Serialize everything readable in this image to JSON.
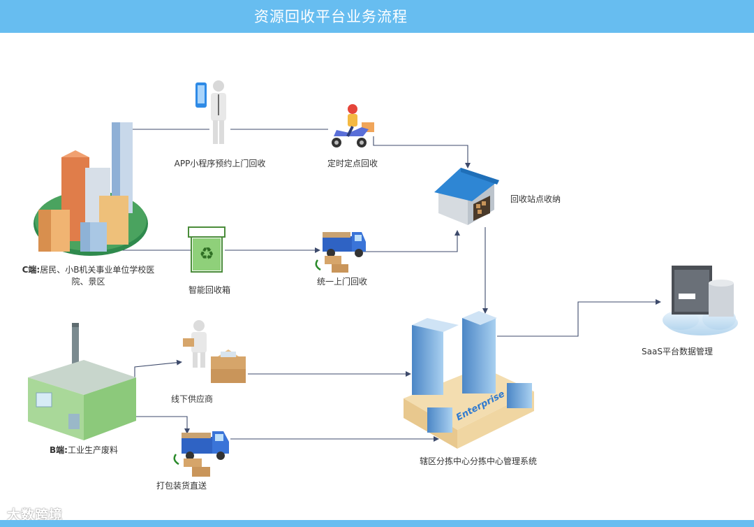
{
  "header": {
    "title": "资源回收平台业务流程"
  },
  "nodes": {
    "c_end": {
      "prefix": "C端:",
      "text": "居民、小B机关事业单位学校医院、景区"
    },
    "app": {
      "label": "APP小程序预约上门回收"
    },
    "scheduled": {
      "label": "定时定点回收"
    },
    "station": {
      "label": "回收站点收纳"
    },
    "smart_bin": {
      "label": "智能回收箱"
    },
    "unified": {
      "label": "统一上门回收"
    },
    "b_end": {
      "prefix": "B端:",
      "text": "工业生产废料"
    },
    "offline": {
      "label": "线下供应商"
    },
    "pack": {
      "label": "打包装货直送"
    },
    "center": {
      "label": "辖区分拣中心分拣中心管理系统",
      "building_text": "Enterprise"
    },
    "saas": {
      "label": "SaaS平台数据管理"
    }
  },
  "watermark": {
    "text": "大数跨境"
  },
  "colors": {
    "header": "#67bdf0",
    "connector": "#3d4a6b",
    "text": "#333333"
  },
  "icons": {
    "c_end": "city-buildings-icon",
    "app": "person-with-phone-icon",
    "scheduled": "delivery-scooter-icon",
    "station": "warehouse-icon",
    "smart_bin": "recycle-bin-icon",
    "unified": "truck-with-boxes-icon",
    "b_end": "factory-icon",
    "offline": "person-with-boxes-icon",
    "pack": "truck-with-boxes-icon",
    "center": "office-complex-icon",
    "saas": "server-cloud-icon"
  }
}
